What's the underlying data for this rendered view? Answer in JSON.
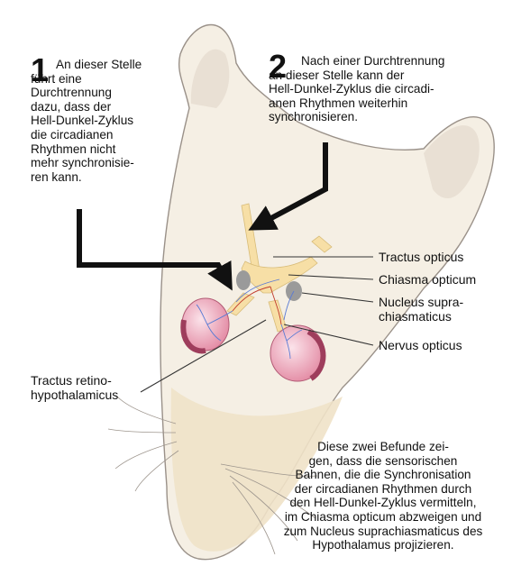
{
  "note1": {
    "number": "1",
    "text": "An dieser Stelle\nführt eine\nDurchtrennung\ndazu, dass der\nHell-Dunkel-Zyklus\ndie circadianen\nRhythmen nicht\nmehr synchronisie-\nren kann."
  },
  "note2": {
    "number": "2",
    "text": "Nach einer Durchtrennung\nan dieser Stelle kann der\nHell-Dunkel-Zyklus die circadi-\nanen Rhythmen weiterhin\nsynchronisieren."
  },
  "labels": {
    "tractus_opticus": "Tractus opticus",
    "chiasma_opticum": "Chiasma opticum",
    "nucleus_suprachiasmaticus": "Nucleus supra-\nchiasmaticus",
    "nervus_opticus": "Nervus opticus",
    "tractus_retinohypothalamicus": "Tractus retino-\nhypothalamicus"
  },
  "conclusion": "Diese zwei Befunde zei-\ngen, dass die sensorischen\nBahnen, die die Synchronisation\nder circadianen Rhythmen durch\nden Hell-Dunkel-Zyklus vermitteln,\nim Chiasma opticum abzweigen und\nzum Nucleus suprachiasmaticus des\nHypothalamus projizieren.",
  "colors": {
    "head_fill": "#f3ecdf",
    "pathway_fill": "#f7dfa6",
    "eye_fill": "#e9a3b6",
    "nucleus_fill": "#9a9a9a",
    "arrow": "#111111"
  }
}
